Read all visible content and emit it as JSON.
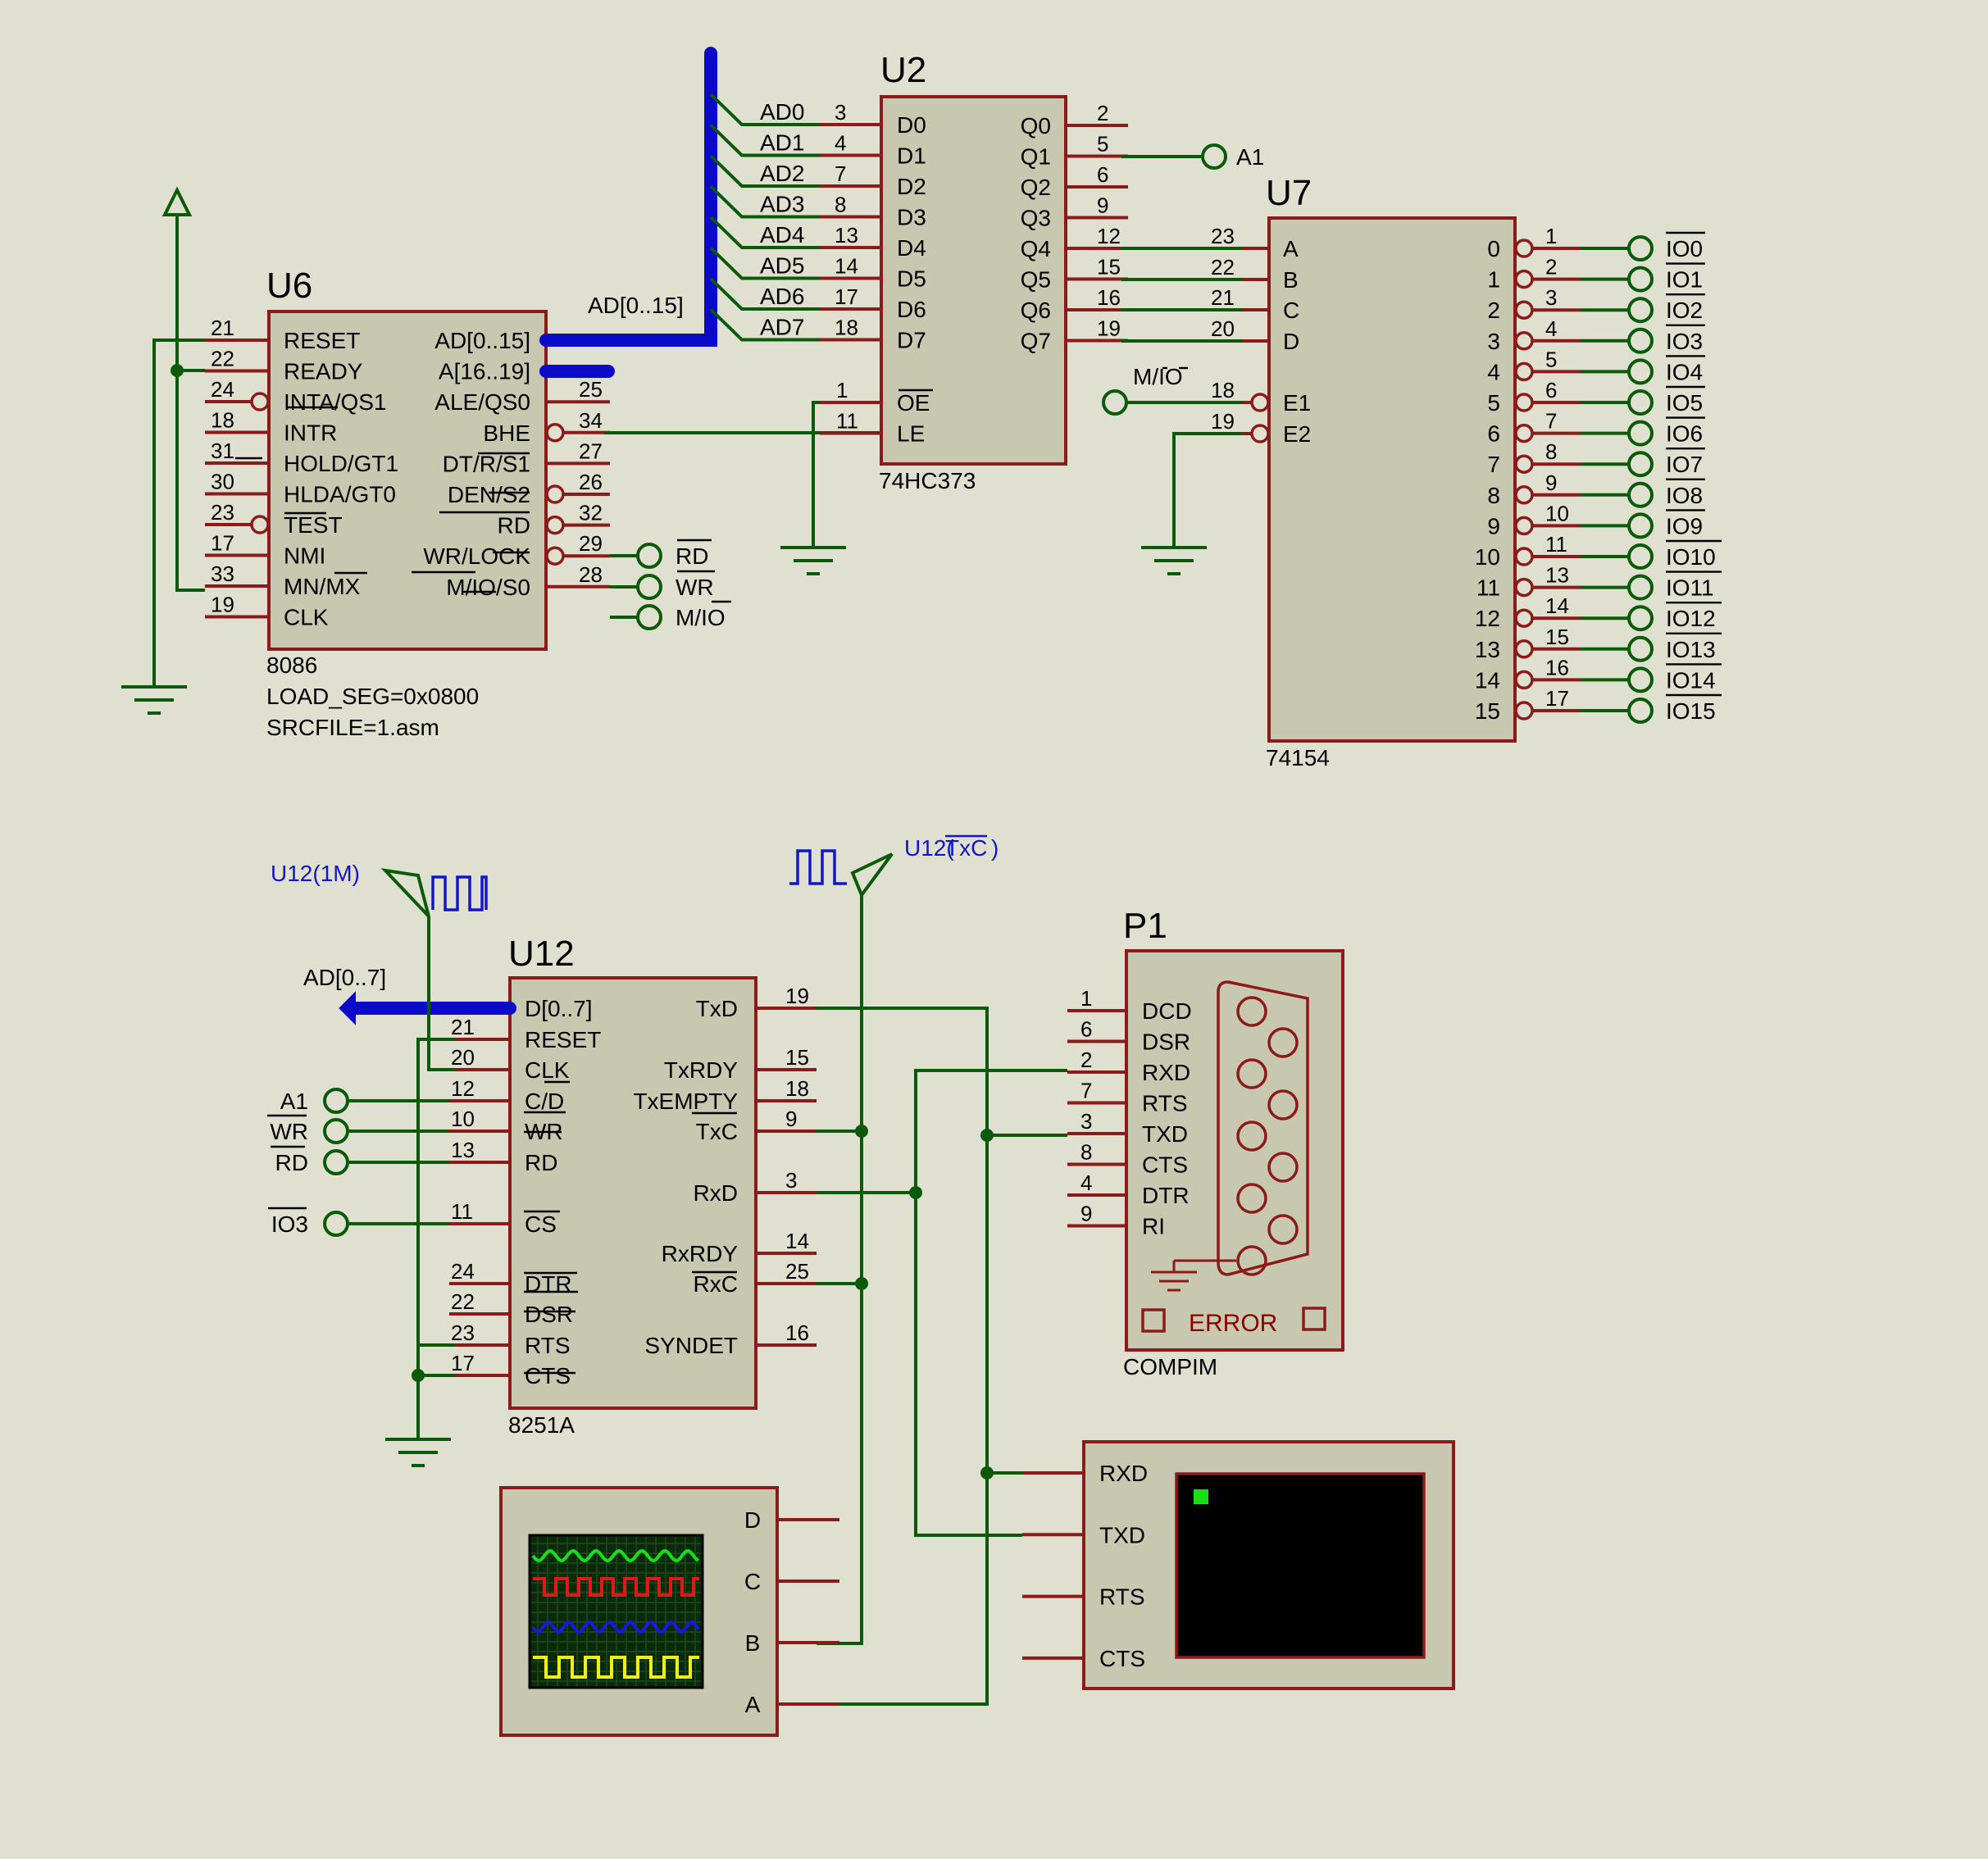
{
  "u6": {
    "ref": "U6",
    "part": "8086",
    "prop1": "LOAD_SEG=0x0800",
    "prop2": "SRCFILE=1.asm",
    "left_pins": [
      {
        "num": "21",
        "name": "RESET"
      },
      {
        "num": "22",
        "name": "READY"
      },
      {
        "num": "24",
        "name": "INTA/QS1"
      },
      {
        "num": "18",
        "name": "INTR"
      },
      {
        "num": "31",
        "name": "HOLD/GT1"
      },
      {
        "num": "30",
        "name": "HLDA/GT0"
      },
      {
        "num": "23",
        "name": "TEST"
      },
      {
        "num": "17",
        "name": "NMI"
      },
      {
        "num": "33",
        "name": "MN/MX"
      },
      {
        "num": "19",
        "name": "CLK"
      }
    ],
    "right_pins": [
      {
        "num": "",
        "name": "AD[0..15]"
      },
      {
        "num": "",
        "name": "A[16..19]"
      },
      {
        "num": "25",
        "name": "ALE/QS0"
      },
      {
        "num": "34",
        "name": "BHE"
      },
      {
        "num": "27",
        "name": "DT/R/S1"
      },
      {
        "num": "26",
        "name": "DEN/S2"
      },
      {
        "num": "32",
        "name": "RD"
      },
      {
        "num": "29",
        "name": "WR/LOCK"
      },
      {
        "num": "28",
        "name": "M/IO/S0"
      }
    ],
    "terminals": [
      "RD",
      "WR",
      "M/IO"
    ]
  },
  "bus_label": "AD[0..15]",
  "u2": {
    "ref": "U2",
    "part": "74HC373",
    "nets": [
      "AD0",
      "AD1",
      "AD2",
      "AD3",
      "AD4",
      "AD5",
      "AD6",
      "AD7"
    ],
    "d_pins": [
      {
        "num": "3",
        "name": "D0"
      },
      {
        "num": "4",
        "name": "D1"
      },
      {
        "num": "7",
        "name": "D2"
      },
      {
        "num": "8",
        "name": "D3"
      },
      {
        "num": "13",
        "name": "D4"
      },
      {
        "num": "14",
        "name": "D5"
      },
      {
        "num": "17",
        "name": "D6"
      },
      {
        "num": "18",
        "name": "D7"
      }
    ],
    "ctrl_pins": [
      {
        "num": "1",
        "name": "OE"
      },
      {
        "num": "11",
        "name": "LE"
      }
    ],
    "q_pins": [
      {
        "num": "2",
        "name": "Q0"
      },
      {
        "num": "5",
        "name": "Q1"
      },
      {
        "num": "6",
        "name": "Q2"
      },
      {
        "num": "9",
        "name": "Q3"
      },
      {
        "num": "12",
        "name": "Q4"
      },
      {
        "num": "15",
        "name": "Q5"
      },
      {
        "num": "16",
        "name": "Q6"
      },
      {
        "num": "19",
        "name": "Q7"
      }
    ],
    "q1_terminal": "A1"
  },
  "u7": {
    "ref": "U7",
    "part": "74154",
    "in_pins": [
      {
        "num": "23",
        "name": "A"
      },
      {
        "num": "22",
        "name": "B"
      },
      {
        "num": "21",
        "name": "C"
      },
      {
        "num": "20",
        "name": "D"
      },
      {
        "num": "18",
        "name": "E1"
      },
      {
        "num": "19",
        "name": "E2"
      }
    ],
    "mio_label": "M/IO",
    "outputs": [
      {
        "idx": "0",
        "num": "1",
        "net": "IO0"
      },
      {
        "idx": "1",
        "num": "2",
        "net": "IO1"
      },
      {
        "idx": "2",
        "num": "3",
        "net": "IO2"
      },
      {
        "idx": "3",
        "num": "4",
        "net": "IO3"
      },
      {
        "idx": "4",
        "num": "5",
        "net": "IO4"
      },
      {
        "idx": "5",
        "num": "6",
        "net": "IO5"
      },
      {
        "idx": "6",
        "num": "7",
        "net": "IO6"
      },
      {
        "idx": "7",
        "num": "8",
        "net": "IO7"
      },
      {
        "idx": "8",
        "num": "9",
        "net": "IO8"
      },
      {
        "idx": "9",
        "num": "10",
        "net": "IO9"
      },
      {
        "idx": "10",
        "num": "11",
        "net": "IO10"
      },
      {
        "idx": "11",
        "num": "13",
        "net": "IO11"
      },
      {
        "idx": "12",
        "num": "14",
        "net": "IO12"
      },
      {
        "idx": "13",
        "num": "15",
        "net": "IO13"
      },
      {
        "idx": "14",
        "num": "16",
        "net": "IO14"
      },
      {
        "idx": "15",
        "num": "17",
        "net": "IO15"
      }
    ]
  },
  "u12": {
    "ref": "U12",
    "part": "8251A",
    "bus_label": "AD[0..7]",
    "gen_1m": "U12(1M)",
    "gen_txc_prefix": "U12(",
    "gen_txc_sig": "TxC",
    "gen_txc_suffix": ")",
    "left_pins": [
      {
        "num": "",
        "name": "D[0..7]"
      },
      {
        "num": "21",
        "name": "RESET"
      },
      {
        "num": "20",
        "name": "CLK"
      },
      {
        "num": "12",
        "name": "C/D"
      },
      {
        "num": "10",
        "name": "WR"
      },
      {
        "num": "13",
        "name": "RD"
      },
      {
        "num": "11",
        "name": "CS"
      },
      {
        "num": "24",
        "name": "DTR"
      },
      {
        "num": "22",
        "name": "DSR"
      },
      {
        "num": "23",
        "name": "RTS"
      },
      {
        "num": "17",
        "name": "CTS"
      }
    ],
    "right_pins": [
      {
        "num": "19",
        "name": "TxD"
      },
      {
        "num": "15",
        "name": "TxRDY"
      },
      {
        "num": "18",
        "name": "TxEMPTY"
      },
      {
        "num": "9",
        "name": "TxC"
      },
      {
        "num": "3",
        "name": "RxD"
      },
      {
        "num": "14",
        "name": "RxRDY"
      },
      {
        "num": "25",
        "name": "RxC"
      },
      {
        "num": "16",
        "name": "SYNDET"
      }
    ],
    "terminals": [
      "A1",
      "WR",
      "RD",
      "IO3"
    ]
  },
  "p1": {
    "ref": "P1",
    "part": "COMPIM",
    "status": "ERROR",
    "pins": [
      {
        "num": "1",
        "name": "DCD"
      },
      {
        "num": "6",
        "name": "DSR"
      },
      {
        "num": "2",
        "name": "RXD"
      },
      {
        "num": "7",
        "name": "RTS"
      },
      {
        "num": "3",
        "name": "TXD"
      },
      {
        "num": "8",
        "name": "CTS"
      },
      {
        "num": "4",
        "name": "DTR"
      },
      {
        "num": "9",
        "name": "RI"
      }
    ]
  },
  "scope": {
    "channels": [
      "D",
      "C",
      "B",
      "A"
    ],
    "trace_colors": [
      "#18e018",
      "#e01818",
      "#1818e0",
      "#f0f018"
    ]
  },
  "terminal": {
    "pins": [
      "RXD",
      "TXD",
      "RTS",
      "CTS"
    ],
    "cursor_color": "#18e018"
  }
}
